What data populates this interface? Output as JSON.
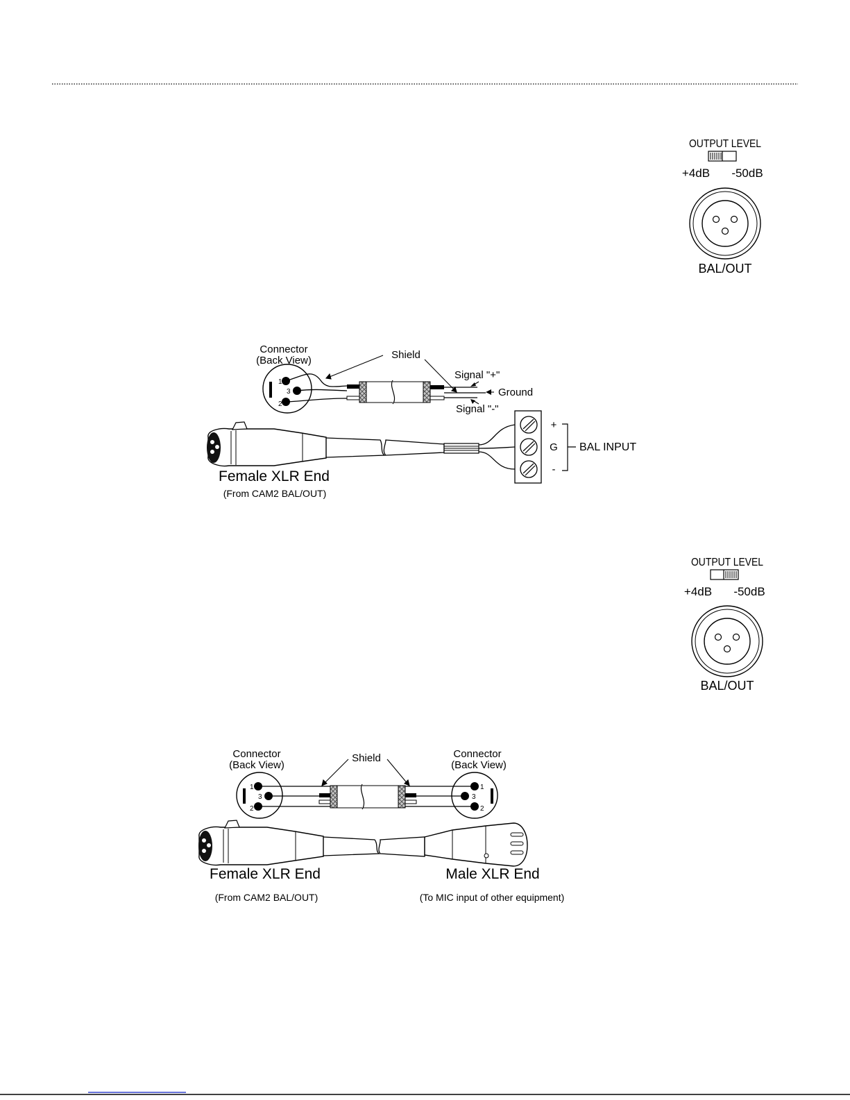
{
  "panel_top": {
    "output_level_label": "OUTPUT LEVEL",
    "level_plus": "+4dB",
    "level_minus": "-50dB",
    "connector_label": "BAL/OUT"
  },
  "diagram1": {
    "connector_label_line1": "Connector",
    "connector_label_line2": "(Back View)",
    "shield_label": "Shield",
    "signal_plus_label": "Signal \"+\"",
    "ground_label": "Ground",
    "signal_minus_label": "Signal \"-\"",
    "pin1": "1",
    "pin3": "3",
    "pin2": "2",
    "terminal_plus": "+",
    "terminal_g": "G",
    "terminal_minus": "-",
    "bal_input_label": "BAL INPUT",
    "end_title": "Female XLR End",
    "end_subtitle": "(From CAM2 BAL/OUT)"
  },
  "panel_bottom": {
    "output_level_label": "OUTPUT LEVEL",
    "level_plus": "+4dB",
    "level_minus": "-50dB",
    "connector_label": "BAL/OUT"
  },
  "diagram2": {
    "left_connector_line1": "Connector",
    "left_connector_line2": "(Back View)",
    "shield_label": "Shield",
    "right_connector_line1": "Connector",
    "right_connector_line2": "(Back View)",
    "pin1": "1",
    "pin3": "3",
    "pin2": "2",
    "female_title": "Female XLR End",
    "female_subtitle": "(From CAM2 BAL/OUT)",
    "male_title": "Male XLR End",
    "male_subtitle": "(To MIC input of other equipment)"
  },
  "colors": {
    "ink": "#000000",
    "shield_gray": "#9a9a9a",
    "footer_link": "#3344cc"
  }
}
